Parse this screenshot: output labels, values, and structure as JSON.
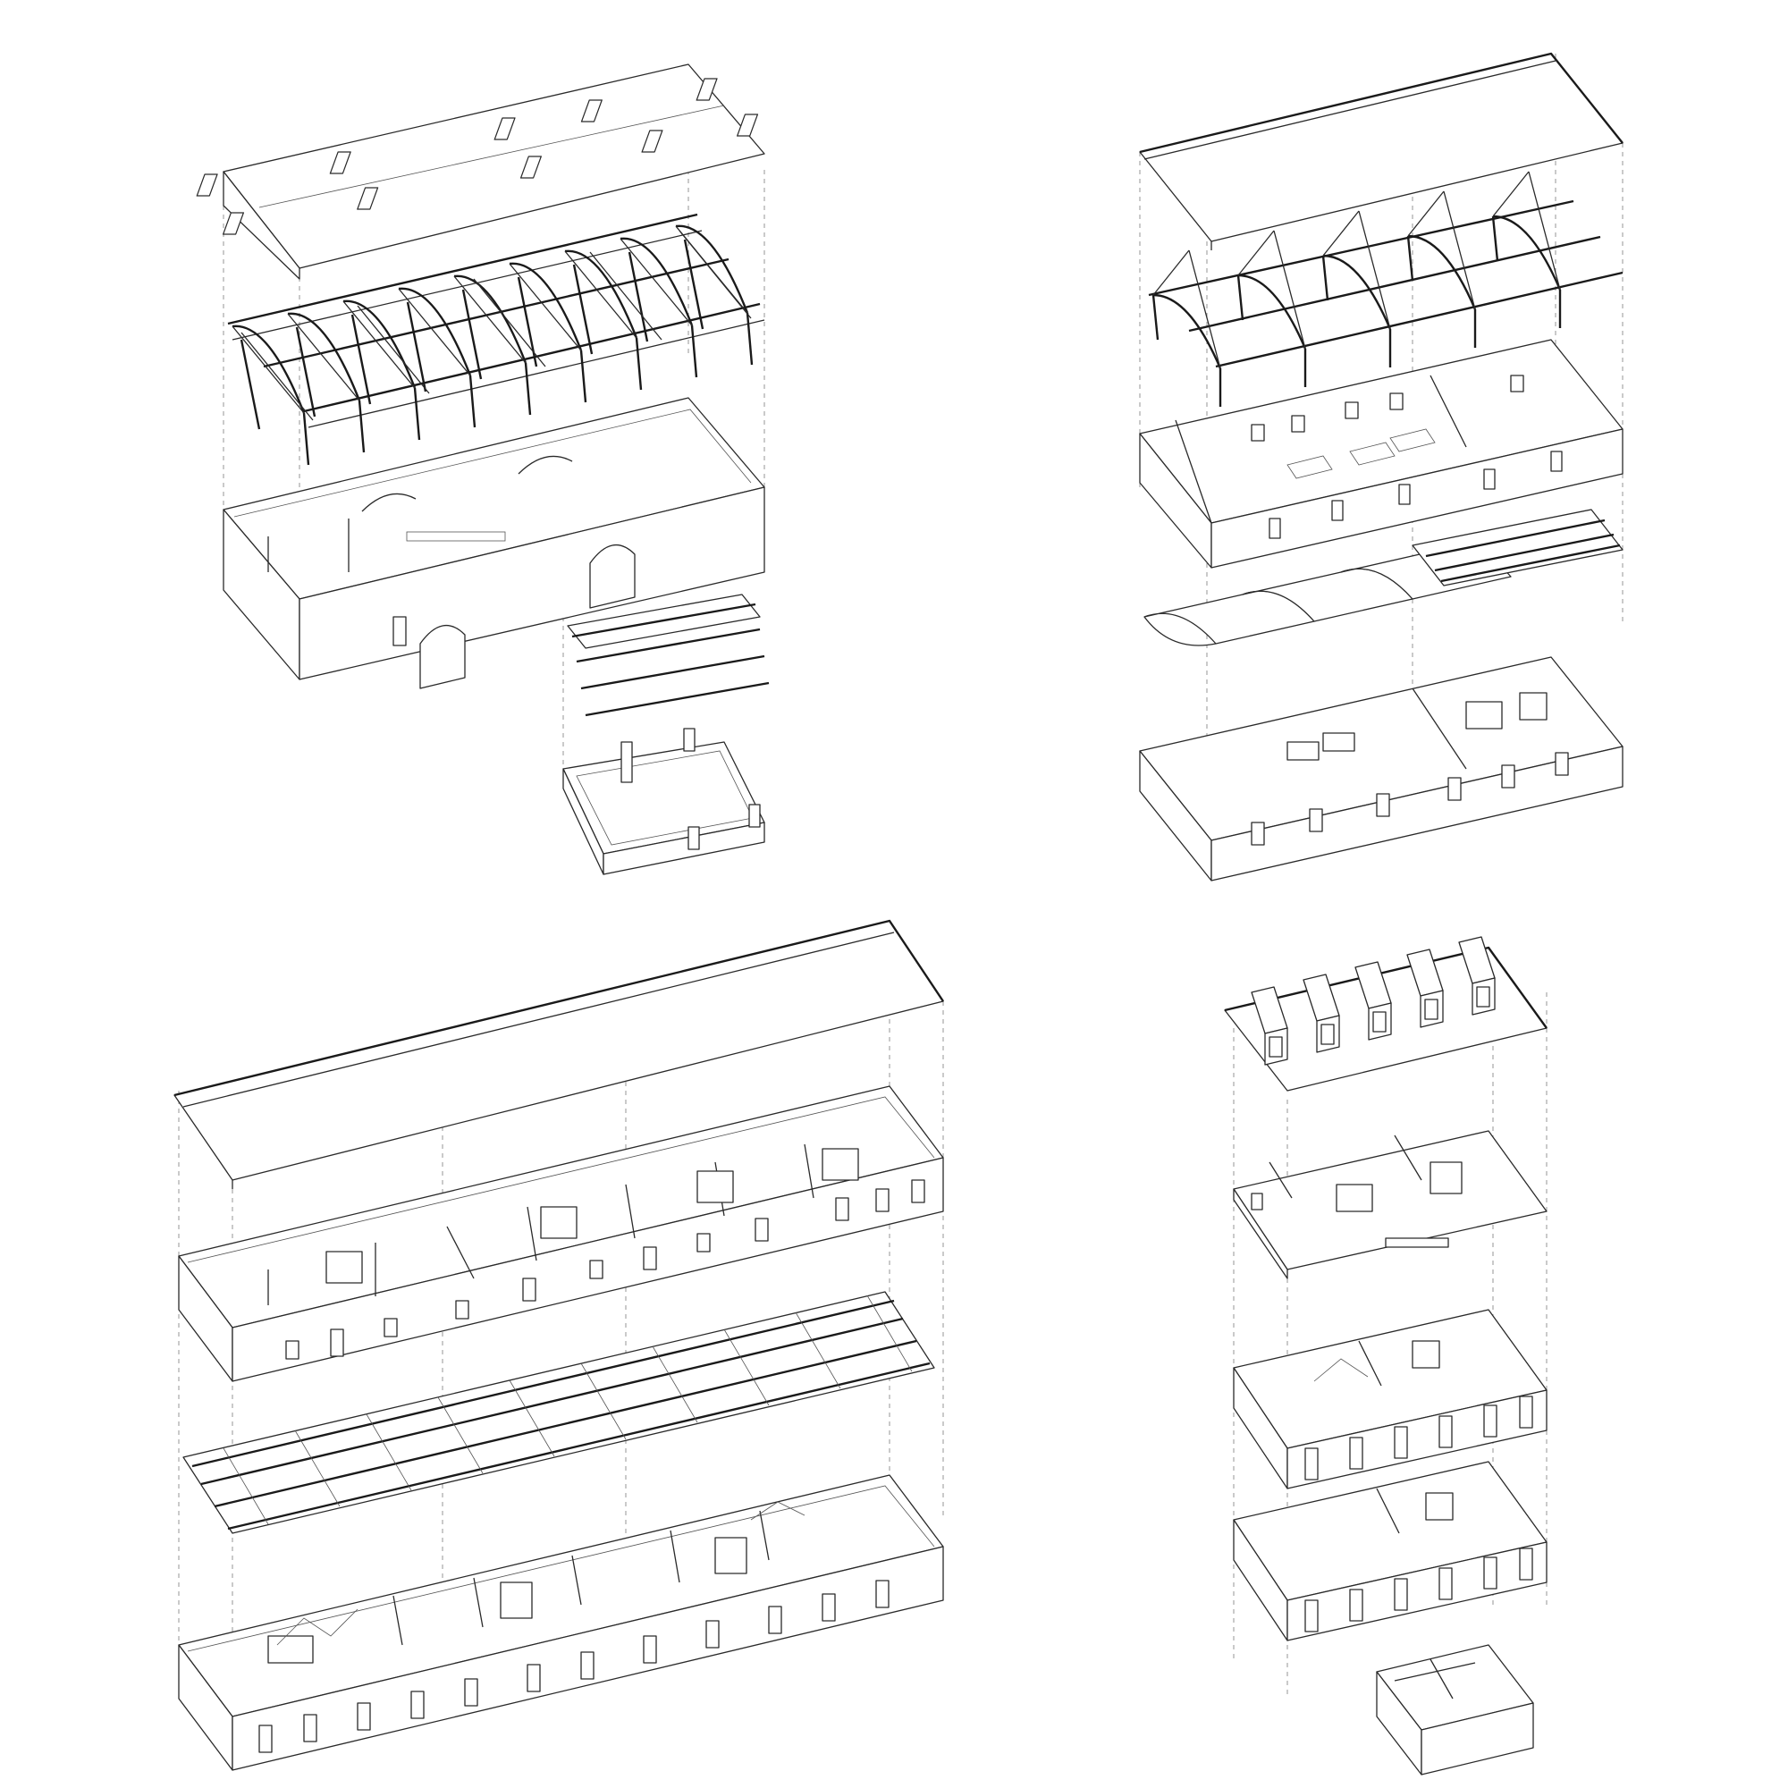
{
  "sheet": {
    "background_color": "#ffffff",
    "line_color": "#2a2a2a",
    "guide_color": "#8a8a8a"
  },
  "drawings": [
    {
      "position": "top-left",
      "layers": [
        "roof-skylights",
        "timber-truss-frame",
        "ground-shell-arched-doors",
        "floor-joists",
        "basement-walls"
      ]
    },
    {
      "position": "top-right",
      "layers": [
        "gable-roof",
        "timber-truss-frame",
        "upper-floor-rooms",
        "vaulted-slabs",
        "ground-floor-rooms"
      ]
    },
    {
      "position": "bottom-left",
      "layers": [
        "long-roof",
        "upper-floor-rooms",
        "floor-joists",
        "ground-floor-rooms"
      ]
    },
    {
      "position": "bottom-right",
      "layers": [
        "dormer-roof",
        "attic-floor",
        "second-floor",
        "first-floor",
        "basement"
      ]
    }
  ]
}
